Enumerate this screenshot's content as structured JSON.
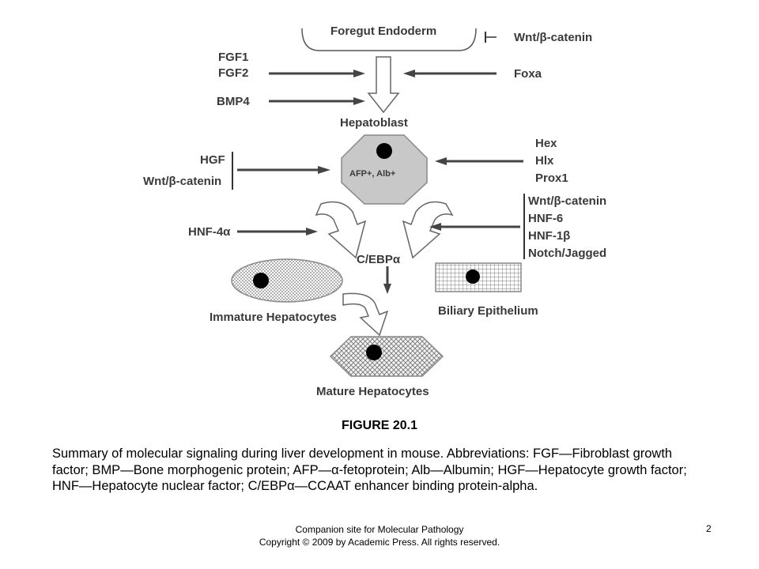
{
  "diagram": {
    "foregut": "Foregut Endoderm",
    "wnt_top": "Wnt/β-catenin",
    "fgf1": "FGF1",
    "fgf2": "FGF2",
    "bmp4": "BMP4",
    "foxa": "Foxa",
    "hepatoblast": "Hepatoblast",
    "hepatoblast_markers": "AFP+, Alb+",
    "hgf": "HGF",
    "wnt_left": "Wnt/β-catenin",
    "hex": "Hex",
    "hlx": "Hlx",
    "prox1": "Prox1",
    "wnt_right": "Wnt/β-catenin",
    "hnf6": "HNF-6",
    "hnf1b": "HNF-1β",
    "notch": "Notch/Jagged",
    "hnf4a": "HNF-4α",
    "cebpa": "C/EBPα",
    "immature": "Immature Hepatocytes",
    "biliary": "Biliary Epithelium",
    "mature": "Mature Hepatocytes"
  },
  "figure_title": "FIGURE 20.1",
  "caption": "Summary of molecular signaling during liver development in mouse. Abbreviations: FGF—Fibroblast growth factor; BMP—Bone morphogenic protein; AFP—α-fetoprotein; Alb—Albumin; HGF—Hepatocyte growth factor; HNF—Hepatocyte nuclear factor; C/EBPα—CCAAT enhancer binding protein-alpha.",
  "footer": {
    "line1": "Companion site for Molecular Pathology",
    "line2": "Copyright © 2009 by Academic Press. All rights reserved."
  },
  "page_number": "2"
}
